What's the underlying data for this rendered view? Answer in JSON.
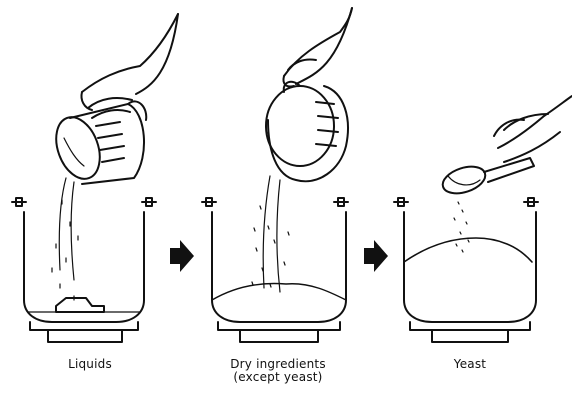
{
  "steps": [
    {
      "caption_line1": "Liquids",
      "caption_line2": "",
      "icon": "pour-liquid-icon"
    },
    {
      "caption_line1": "Dry ingredients",
      "caption_line2": "(except yeast)",
      "icon": "pour-dry-ingredients-icon"
    },
    {
      "caption_line1": "Yeast",
      "caption_line2": "",
      "icon": "spoon-yeast-icon"
    }
  ],
  "arrows": [
    {
      "icon": "arrow-right-icon"
    },
    {
      "icon": "arrow-right-icon"
    }
  ],
  "colors": {
    "line": "#111111",
    "background": "#ffffff"
  }
}
